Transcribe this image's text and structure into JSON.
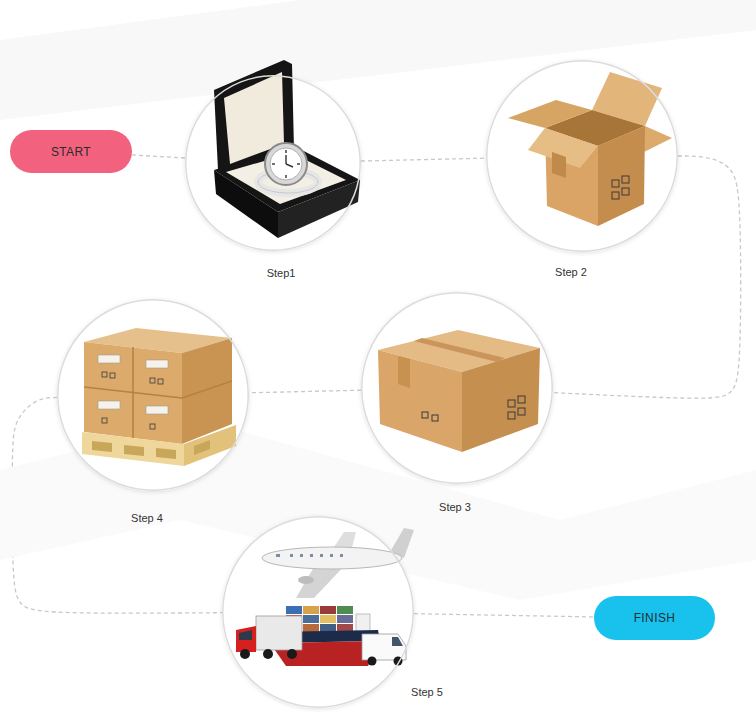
{
  "diagram": {
    "nodes": [
      {
        "text": [
          "START"
        ]
      },
      {
        "text": [
          "Step1"
        ]
      },
      {
        "text": [
          "Step 2"
        ]
      },
      {
        "text": [
          "Step 3"
        ]
      },
      {
        "text": [
          "Step 4"
        ]
      },
      {
        "text": [
          "Step 5"
        ]
      },
      {
        "text": [
          "FINISH"
        ]
      }
    ],
    "edges": [
      {
        "from": 0,
        "to": 1,
        "arrow": "none"
      },
      {
        "from": 1,
        "to": 2,
        "arrow": "none"
      },
      {
        "from": 2,
        "to": 3,
        "arrow": "none"
      },
      {
        "from": 3,
        "to": 4,
        "arrow": "none"
      },
      {
        "from": 4,
        "to": 5,
        "arrow": "none"
      },
      {
        "from": 5,
        "to": 6,
        "arrow": "none"
      }
    ]
  }
}
